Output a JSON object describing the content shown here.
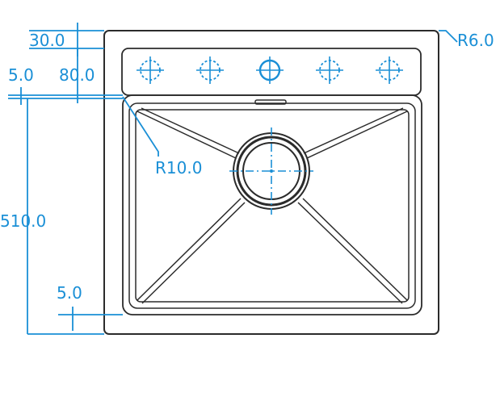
{
  "colors": {
    "outline": "#2b2b2b",
    "dimension": "#1a8fd6",
    "tap_hole": "#1a8fd6",
    "background": "#ffffff"
  },
  "tap_holes": {
    "count": 5,
    "selected_index": 2,
    "icon": "crosshair-icon"
  },
  "dimensions": {
    "top_margin": "30.0",
    "corner_radius": "R6.0",
    "deck_depth": "80.0",
    "edge_offset_top": "5.0",
    "bowl_corner_radius": "R10.0",
    "bowl_length": "510.0",
    "edge_offset_bottom": "5.0"
  }
}
